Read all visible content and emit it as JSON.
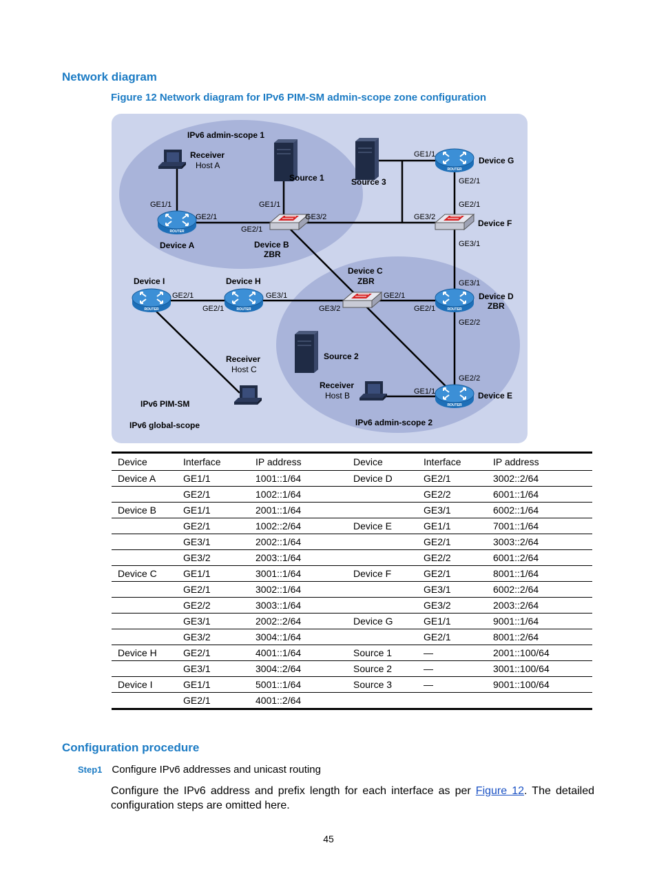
{
  "headings": {
    "network_diagram": "Network diagram",
    "figure_caption": "Figure 12 Network diagram for IPv6 PIM-SM admin-scope zone configuration",
    "configuration_procedure": "Configuration procedure"
  },
  "diagram": {
    "zones": {
      "scope1": "IPv6 admin-scope 1",
      "scope2": "IPv6 admin-scope 2",
      "pim_sm": "IPv6 PIM-SM",
      "global": "IPv6 global-scope"
    },
    "devices": {
      "a": "Device A",
      "b": "Device B",
      "b_role": "ZBR",
      "c": "Device C",
      "c_role": "ZBR",
      "d": "Device D",
      "d_role": "ZBR",
      "e": "Device E",
      "f": "Device F",
      "g": "Device G",
      "h": "Device H",
      "i": "Device I"
    },
    "hosts": {
      "receiver": "Receiver",
      "host_a": "Host A",
      "host_b": "Host B",
      "host_c": "Host C",
      "source1": "Source 1",
      "source2": "Source 2",
      "source3": "Source 3"
    },
    "ports": {
      "ge11": "GE1/1",
      "ge21": "GE2/1",
      "ge22": "GE2/2",
      "ge31": "GE3/1",
      "ge32": "GE3/2"
    },
    "router_text": "ROUTER"
  },
  "table": {
    "headers": [
      "Device",
      "Interface",
      "IP address",
      "Device",
      "Interface",
      "IP address"
    ],
    "rows": [
      [
        "Device A",
        "GE1/1",
        "1001::1/64",
        "Device D",
        "GE2/1",
        "3002::2/64"
      ],
      [
        "",
        "GE2/1",
        "1002::1/64",
        "",
        "GE2/2",
        "6001::1/64"
      ],
      [
        "Device B",
        "GE1/1",
        "2001::1/64",
        "",
        "GE3/1",
        "6002::1/64"
      ],
      [
        "",
        "GE2/1",
        "1002::2/64",
        "Device E",
        "GE1/1",
        "7001::1/64"
      ],
      [
        "",
        "GE3/1",
        "2002::1/64",
        "",
        "GE2/1",
        "3003::2/64"
      ],
      [
        "",
        "GE3/2",
        "2003::1/64",
        "",
        "GE2/2",
        "6001::2/64"
      ],
      [
        "Device C",
        "GE1/1",
        "3001::1/64",
        "Device F",
        "GE2/1",
        "8001::1/64"
      ],
      [
        "",
        "GE2/1",
        "3002::1/64",
        "",
        "GE3/1",
        "6002::2/64"
      ],
      [
        "",
        "GE2/2",
        "3003::1/64",
        "",
        "GE3/2",
        "2003::2/64"
      ],
      [
        "",
        "GE3/1",
        "2002::2/64",
        "Device G",
        "GE1/1",
        "9001::1/64"
      ],
      [
        "",
        "GE3/2",
        "3004::1/64",
        "",
        "GE2/1",
        "8001::2/64"
      ],
      [
        "Device H",
        "GE2/1",
        "4001::1/64",
        "Source 1",
        "—",
        "2001::100/64"
      ],
      [
        "",
        "GE3/1",
        "3004::2/64",
        "Source 2",
        "—",
        "3001::100/64"
      ],
      [
        "Device I",
        "GE1/1",
        "5001::1/64",
        "Source 3",
        "—",
        "9001::100/64"
      ],
      [
        "",
        "GE2/1",
        "4001::2/64",
        "",
        "",
        ""
      ]
    ]
  },
  "step": {
    "tag": "Step1",
    "text": "Configure IPv6 addresses and unicast routing"
  },
  "paragraph": {
    "before": "Configure the IPv6 address and prefix length for each interface as per ",
    "link": "Figure 12",
    "after": ". The detailed configuration steps are omitted here."
  },
  "page_number": "45"
}
